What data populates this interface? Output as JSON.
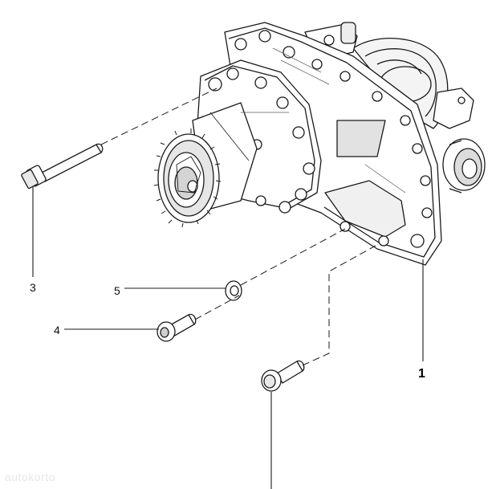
{
  "callouts": {
    "part_1": "1",
    "part_3": "3",
    "part_4": "4",
    "part_5": "5"
  },
  "watermark": "autokorto"
}
